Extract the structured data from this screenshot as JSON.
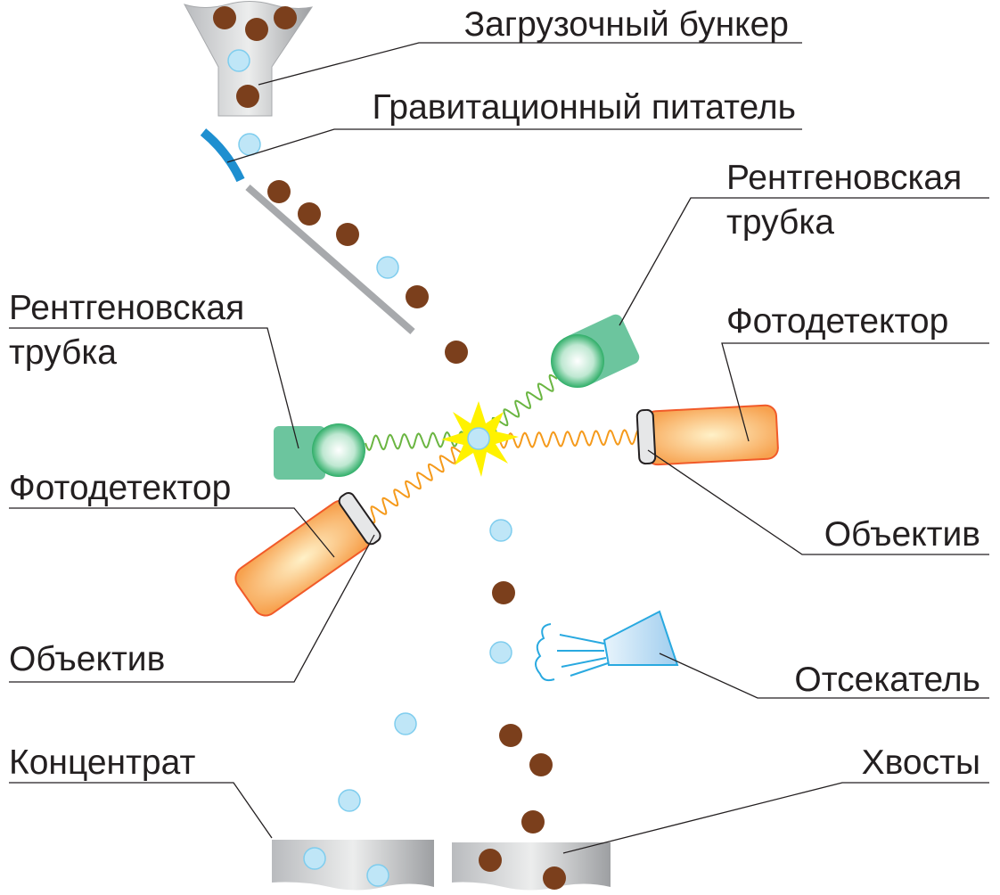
{
  "title": "Рентгенолюминесцентная сепарация",
  "labels": {
    "hopper": "Загрузочный бункер",
    "feeder": "Гравитационный питатель",
    "xray_right_1": "Рентгеновская",
    "xray_right_2": "трубка",
    "xray_left_1": "Рентгеновская",
    "xray_left_2": "трубка",
    "detector_right": "Фотодетектор",
    "detector_left": "Фотодетектор",
    "lens_right": "Объектив",
    "lens_left": "Объектив",
    "ejector": "Отсекатель",
    "concentrate": "Концентрат",
    "tailings": "Хвосты"
  },
  "colors": {
    "brown": "#7b3f1c",
    "blue_ball": "#bfe6f7",
    "feeder": "#1e8fd0",
    "green_tube": "#6cc59e",
    "orange": "#f7a24f",
    "green_wave": "#6ab541",
    "orange_wave": "#f59a1b",
    "flash": "#fff200"
  }
}
